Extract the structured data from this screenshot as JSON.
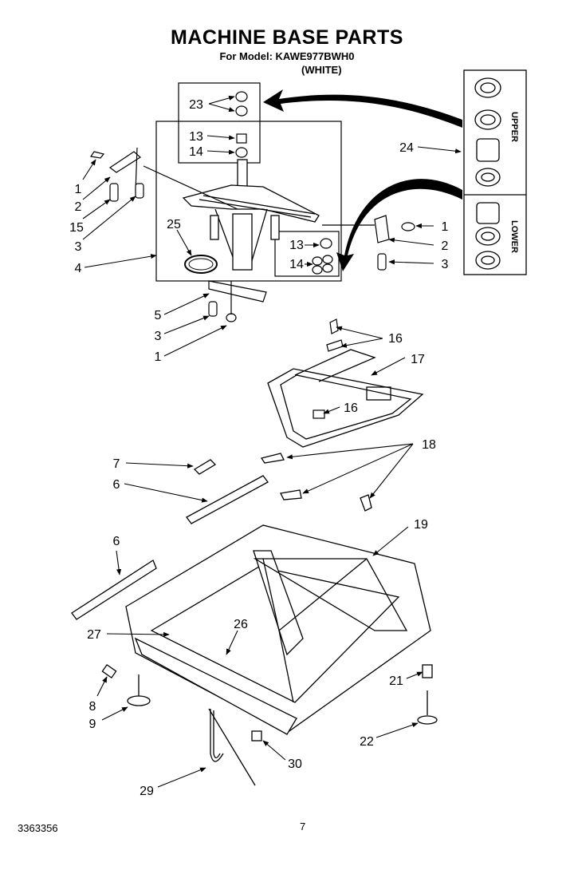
{
  "title": "MACHINE BASE PARTS",
  "model_line": "For Model: KAWE977BWH0",
  "color_line": "(WHITE)",
  "doc_number": "3363356",
  "page_number": "7",
  "bearing_labels": {
    "upper": "UPPER",
    "lower": "LOWER"
  },
  "callouts": [
    "23",
    "13",
    "14",
    "1",
    "2",
    "15",
    "3",
    "4",
    "25",
    "13",
    "14",
    "24",
    "1",
    "2",
    "3",
    "5",
    "3",
    "1",
    "16",
    "17",
    "16",
    "7",
    "18",
    "6",
    "6",
    "19",
    "27",
    "26",
    "8",
    "21",
    "9",
    "22",
    "30",
    "29"
  ]
}
